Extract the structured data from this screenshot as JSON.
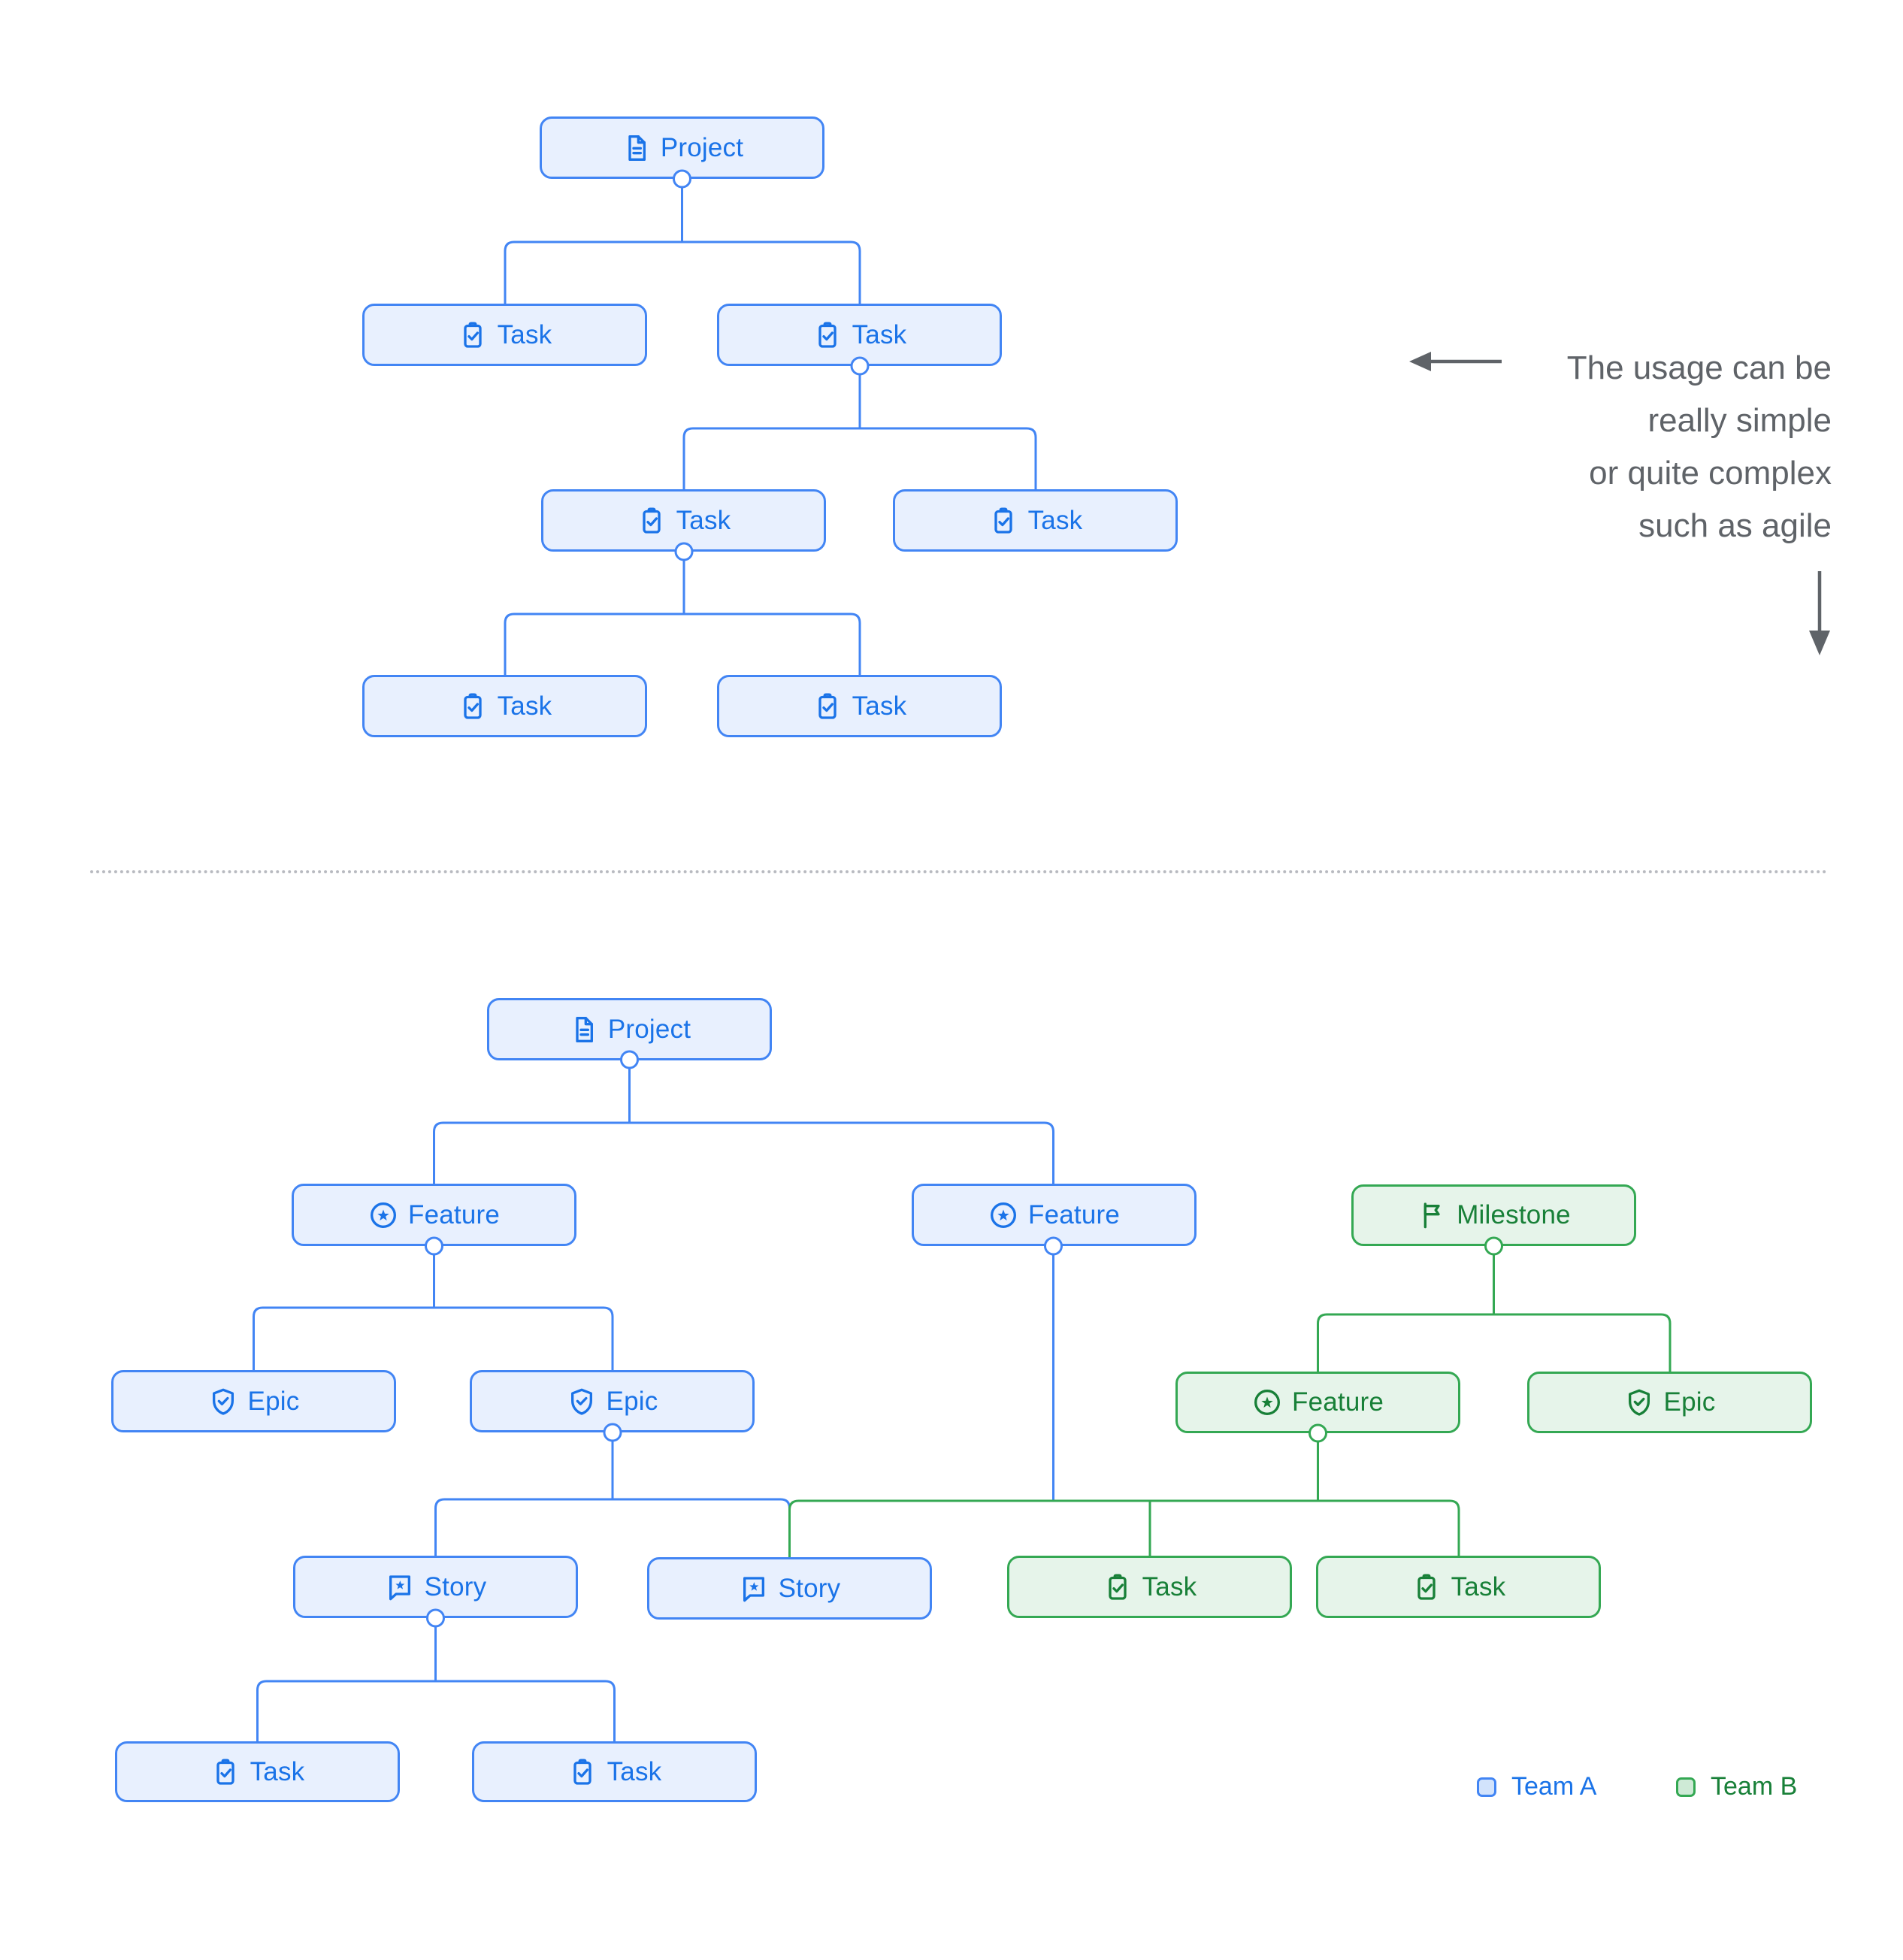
{
  "title": "Project hierarchy diagram",
  "colors": {
    "team_a_border": "#4285f4",
    "team_a_fill": "#e8f0fe",
    "team_a_text": "#1a73e8",
    "team_b_border": "#34a853",
    "team_b_fill": "#e6f4ea",
    "team_b_text": "#188038",
    "annotation_text": "#5f6368",
    "divider_dots": "#b8bac0"
  },
  "nodes": [
    {
      "label": "Project",
      "icon": "document-icon",
      "team": "Team A",
      "diagram": "simple"
    },
    {
      "label": "Task",
      "icon": "task-icon",
      "team": "Team A",
      "diagram": "simple"
    },
    {
      "label": "Task",
      "icon": "task-icon",
      "team": "Team A",
      "diagram": "simple"
    },
    {
      "label": "Task",
      "icon": "task-icon",
      "team": "Team A",
      "diagram": "simple"
    },
    {
      "label": "Task",
      "icon": "task-icon",
      "team": "Team A",
      "diagram": "simple"
    },
    {
      "label": "Task",
      "icon": "task-icon",
      "team": "Team A",
      "diagram": "simple"
    },
    {
      "label": "Task",
      "icon": "task-icon",
      "team": "Team A",
      "diagram": "simple"
    },
    {
      "label": "Project",
      "icon": "document-icon",
      "team": "Team A",
      "diagram": "agile"
    },
    {
      "label": "Feature",
      "icon": "feature-icon",
      "team": "Team A",
      "diagram": "agile"
    },
    {
      "label": "Feature",
      "icon": "feature-icon",
      "team": "Team A",
      "diagram": "agile"
    },
    {
      "label": "Milestone",
      "icon": "milestone-icon",
      "team": "Team B",
      "diagram": "agile"
    },
    {
      "label": "Epic",
      "icon": "epic-icon",
      "team": "Team A",
      "diagram": "agile"
    },
    {
      "label": "Epic",
      "icon": "epic-icon",
      "team": "Team A",
      "diagram": "agile"
    },
    {
      "label": "Feature",
      "icon": "feature-icon",
      "team": "Team B",
      "diagram": "agile"
    },
    {
      "label": "Epic",
      "icon": "epic-icon",
      "team": "Team B",
      "diagram": "agile"
    },
    {
      "label": "Story",
      "icon": "story-icon",
      "team": "Team A",
      "diagram": "agile"
    },
    {
      "label": "Story",
      "icon": "story-icon",
      "team": "Team A",
      "diagram": "agile"
    },
    {
      "label": "Task",
      "icon": "task-icon",
      "team": "Team B",
      "diagram": "agile"
    },
    {
      "label": "Task",
      "icon": "task-icon",
      "team": "Team B",
      "diagram": "agile"
    },
    {
      "label": "Task",
      "icon": "task-icon",
      "team": "Team A",
      "diagram": "agile"
    },
    {
      "label": "Task",
      "icon": "task-icon",
      "team": "Team A",
      "diagram": "agile"
    }
  ],
  "annotation": {
    "lines": [
      "The usage can be",
      "really simple",
      "or quite complex",
      "such as agile"
    ],
    "icons": [
      "left-arrow-icon",
      "down-arrow-icon"
    ]
  },
  "legend": {
    "items": [
      {
        "label": "Team A",
        "color": "#1a73e8"
      },
      {
        "label": "Team B",
        "color": "#188038"
      }
    ]
  }
}
